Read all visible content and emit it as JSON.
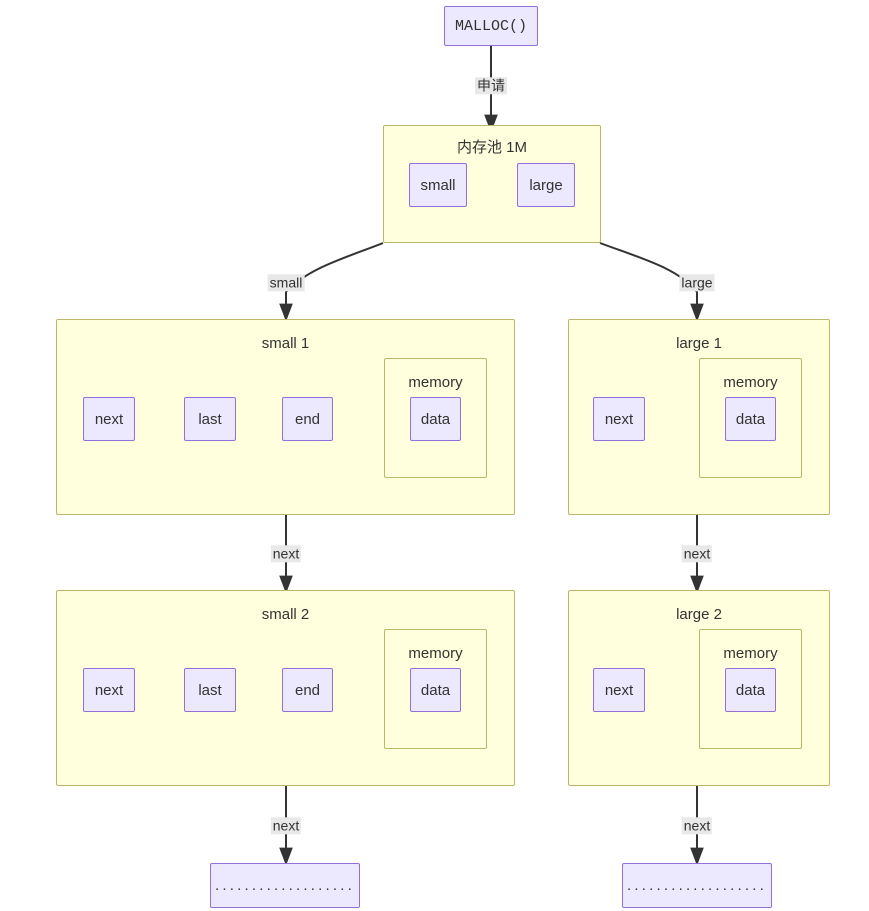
{
  "diagram": {
    "type": "flowchart",
    "title": "Memory pool allocation structure",
    "colors": {
      "node_fill": "#ECE8FD",
      "node_stroke": "#9370DB",
      "cluster_fill": "#FFFFDE",
      "cluster_stroke": "#BDB76B",
      "edge_stroke": "#333333",
      "edge_label_bg": "#E8E8E8",
      "text": "#333333",
      "background": "#FFFFFF"
    },
    "entry": {
      "label": "MALLOC()"
    },
    "pool": {
      "title": "内存池 1M",
      "nodes": [
        {
          "id": "pool-small",
          "label": "small"
        },
        {
          "id": "pool-large",
          "label": "large"
        }
      ],
      "link_style": "dotted"
    },
    "branches": [
      {
        "id": "small",
        "edge_label": "small",
        "blocks": [
          {
            "id": "small-1",
            "title": "small 1",
            "nodes": [
              {
                "id": "small-1-next",
                "label": "next"
              },
              {
                "id": "small-1-last",
                "label": "last"
              },
              {
                "id": "small-1-end",
                "label": "end"
              }
            ],
            "memory": {
              "title": "memory",
              "node": {
                "id": "small-1-data",
                "label": "data"
              }
            }
          },
          {
            "id": "small-2",
            "title": "small 2",
            "nodes": [
              {
                "id": "small-2-next",
                "label": "next"
              },
              {
                "id": "small-2-last",
                "label": "last"
              },
              {
                "id": "small-2-end",
                "label": "end"
              }
            ],
            "memory": {
              "title": "memory",
              "node": {
                "id": "small-2-data",
                "label": "data"
              }
            }
          }
        ],
        "block_edge_labels": [
          "next",
          "next"
        ],
        "terminal": {
          "id": "small-more",
          "label": "..................."
        }
      },
      {
        "id": "large",
        "edge_label": "large",
        "blocks": [
          {
            "id": "large-1",
            "title": "large 1",
            "nodes": [
              {
                "id": "large-1-next",
                "label": "next"
              }
            ],
            "memory": {
              "title": "memory",
              "node": {
                "id": "large-1-data",
                "label": "data"
              }
            }
          },
          {
            "id": "large-2",
            "title": "large 2",
            "nodes": [
              {
                "id": "large-2-next",
                "label": "next"
              }
            ],
            "memory": {
              "title": "memory",
              "node": {
                "id": "large-2-data",
                "label": "data"
              }
            }
          }
        ],
        "block_edge_labels": [
          "next",
          "next"
        ],
        "terminal": {
          "id": "large-more",
          "label": "..................."
        }
      }
    ],
    "edges": {
      "malloc_to_pool": "申请"
    }
  }
}
